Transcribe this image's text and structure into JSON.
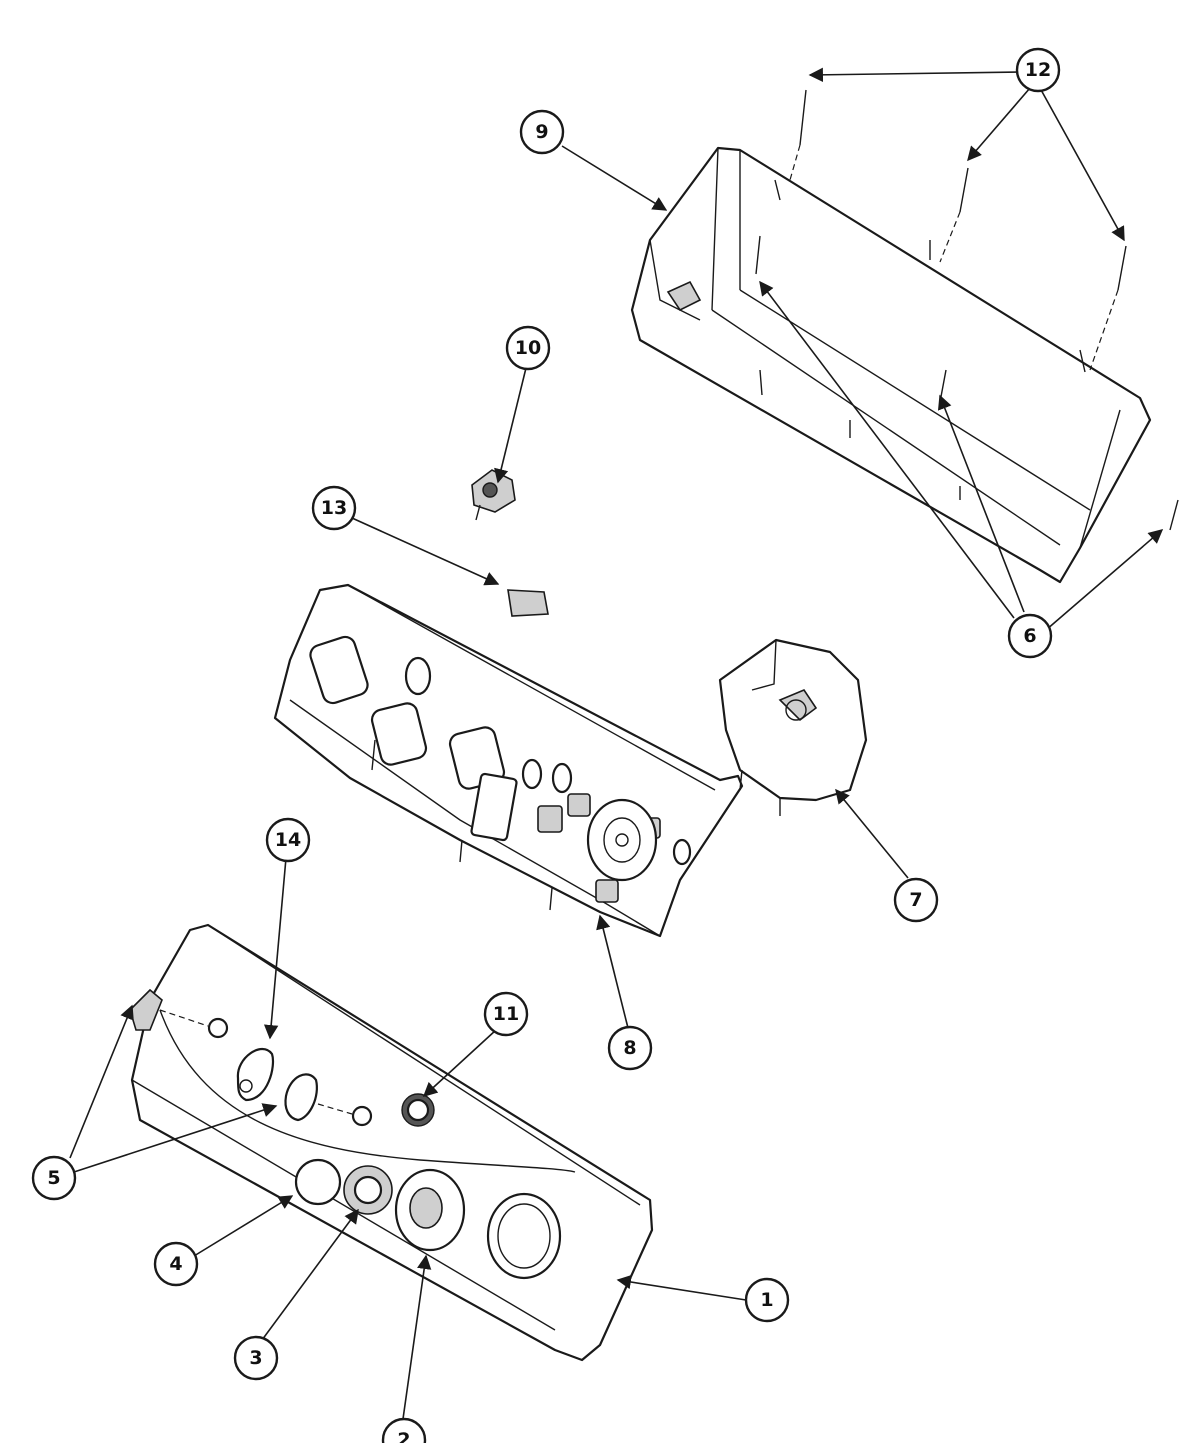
{
  "colors": {
    "line": "#1a1a1a",
    "background": "#ffffff",
    "shade": "#cfcfcf"
  },
  "callouts": [
    {
      "id": "c1",
      "label": "1"
    },
    {
      "id": "c2",
      "label": "2"
    },
    {
      "id": "c3",
      "label": "3"
    },
    {
      "id": "c4",
      "label": "4"
    },
    {
      "id": "c5",
      "label": "5"
    },
    {
      "id": "c6",
      "label": "6"
    },
    {
      "id": "c7",
      "label": "7"
    },
    {
      "id": "c8",
      "label": "8"
    },
    {
      "id": "c9",
      "label": "9"
    },
    {
      "id": "c10",
      "label": "10"
    },
    {
      "id": "c11",
      "label": "11"
    },
    {
      "id": "c12",
      "label": "12"
    },
    {
      "id": "c13",
      "label": "13"
    },
    {
      "id": "c14",
      "label": "14"
    }
  ]
}
